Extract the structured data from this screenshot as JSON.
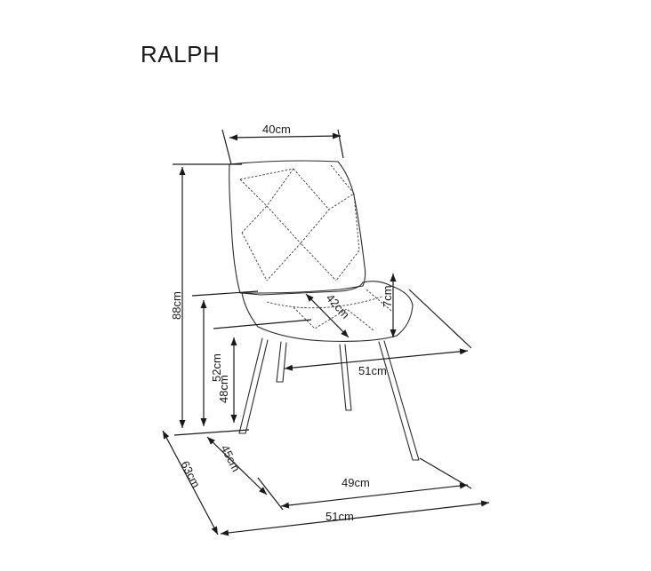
{
  "product": {
    "name": "RALPH"
  },
  "dimensions": {
    "seat_back_width": "40cm",
    "total_height": "88cm",
    "armrest_height": "52cm",
    "seat_height": "48cm",
    "backrest_height_above_seat": "7cm",
    "seat_depth": "42cm",
    "seat_width": "51cm",
    "leg_depth": "45cm",
    "total_depth": "63cm",
    "leg_width": "49cm",
    "total_width": "51cm"
  }
}
